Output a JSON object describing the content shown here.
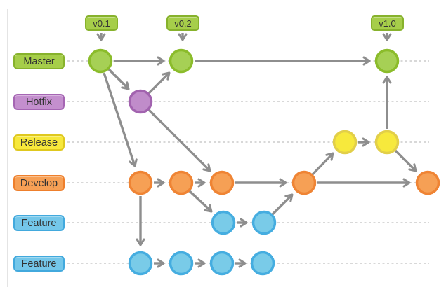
{
  "diagram": {
    "type": "gitflow-branching-diagram",
    "background": "#ffffff",
    "tags": [
      {
        "label": "v0.1",
        "target_commit": "m1"
      },
      {
        "label": "v0.2",
        "target_commit": "m2"
      },
      {
        "label": "v1.0",
        "target_commit": "m3"
      }
    ],
    "branches": [
      {
        "label": "Master",
        "key": "master",
        "fill": "#a6ce4a",
        "border": "#87b22c",
        "commits": [
          "m1",
          "m2",
          "m3"
        ]
      },
      {
        "label": "Hotfix",
        "key": "hotfix",
        "fill": "#c48fce",
        "border": "#a565b3",
        "commits": [
          "h1"
        ]
      },
      {
        "label": "Release",
        "key": "release",
        "fill": "#f7e83b",
        "border": "#dfc81e",
        "commits": [
          "r1",
          "r2"
        ]
      },
      {
        "label": "Develop",
        "key": "develop",
        "fill": "#f7a055",
        "border": "#ee7f2c",
        "commits": [
          "d1",
          "d2",
          "d3",
          "d4",
          "d5"
        ]
      },
      {
        "label": "Feature",
        "key": "feature-a",
        "fill": "#74c7ea",
        "border": "#42a9dd",
        "commits": [
          "fa1",
          "fa2"
        ]
      },
      {
        "label": "Feature",
        "key": "feature-b",
        "fill": "#74c7ea",
        "border": "#42a9dd",
        "commits": [
          "fb1",
          "fb2",
          "fb3",
          "fb4"
        ]
      }
    ],
    "edges": [
      [
        "m1",
        "m2"
      ],
      [
        "m2",
        "m3"
      ],
      [
        "m1",
        "h1"
      ],
      [
        "h1",
        "m2"
      ],
      [
        "m1",
        "d1"
      ],
      [
        "h1",
        "d3"
      ],
      [
        "d1",
        "d2"
      ],
      [
        "d2",
        "d3"
      ],
      [
        "d3",
        "d4"
      ],
      [
        "d4",
        "d5"
      ],
      [
        "d4",
        "r1"
      ],
      [
        "r1",
        "r2"
      ],
      [
        "r2",
        "m3"
      ],
      [
        "r2",
        "d5"
      ],
      [
        "d2",
        "fa1"
      ],
      [
        "fa1",
        "fa2"
      ],
      [
        "fa2",
        "d4"
      ],
      [
        "d1",
        "fb1"
      ],
      [
        "fb1",
        "fb2"
      ],
      [
        "fb2",
        "fb3"
      ],
      [
        "fb3",
        "fb4"
      ]
    ],
    "colors": {
      "arrow": "#8e8e8e",
      "dotted_line": "#cbcbcb",
      "label_text": "#333333",
      "frame_line": "#e4e4e4"
    }
  }
}
